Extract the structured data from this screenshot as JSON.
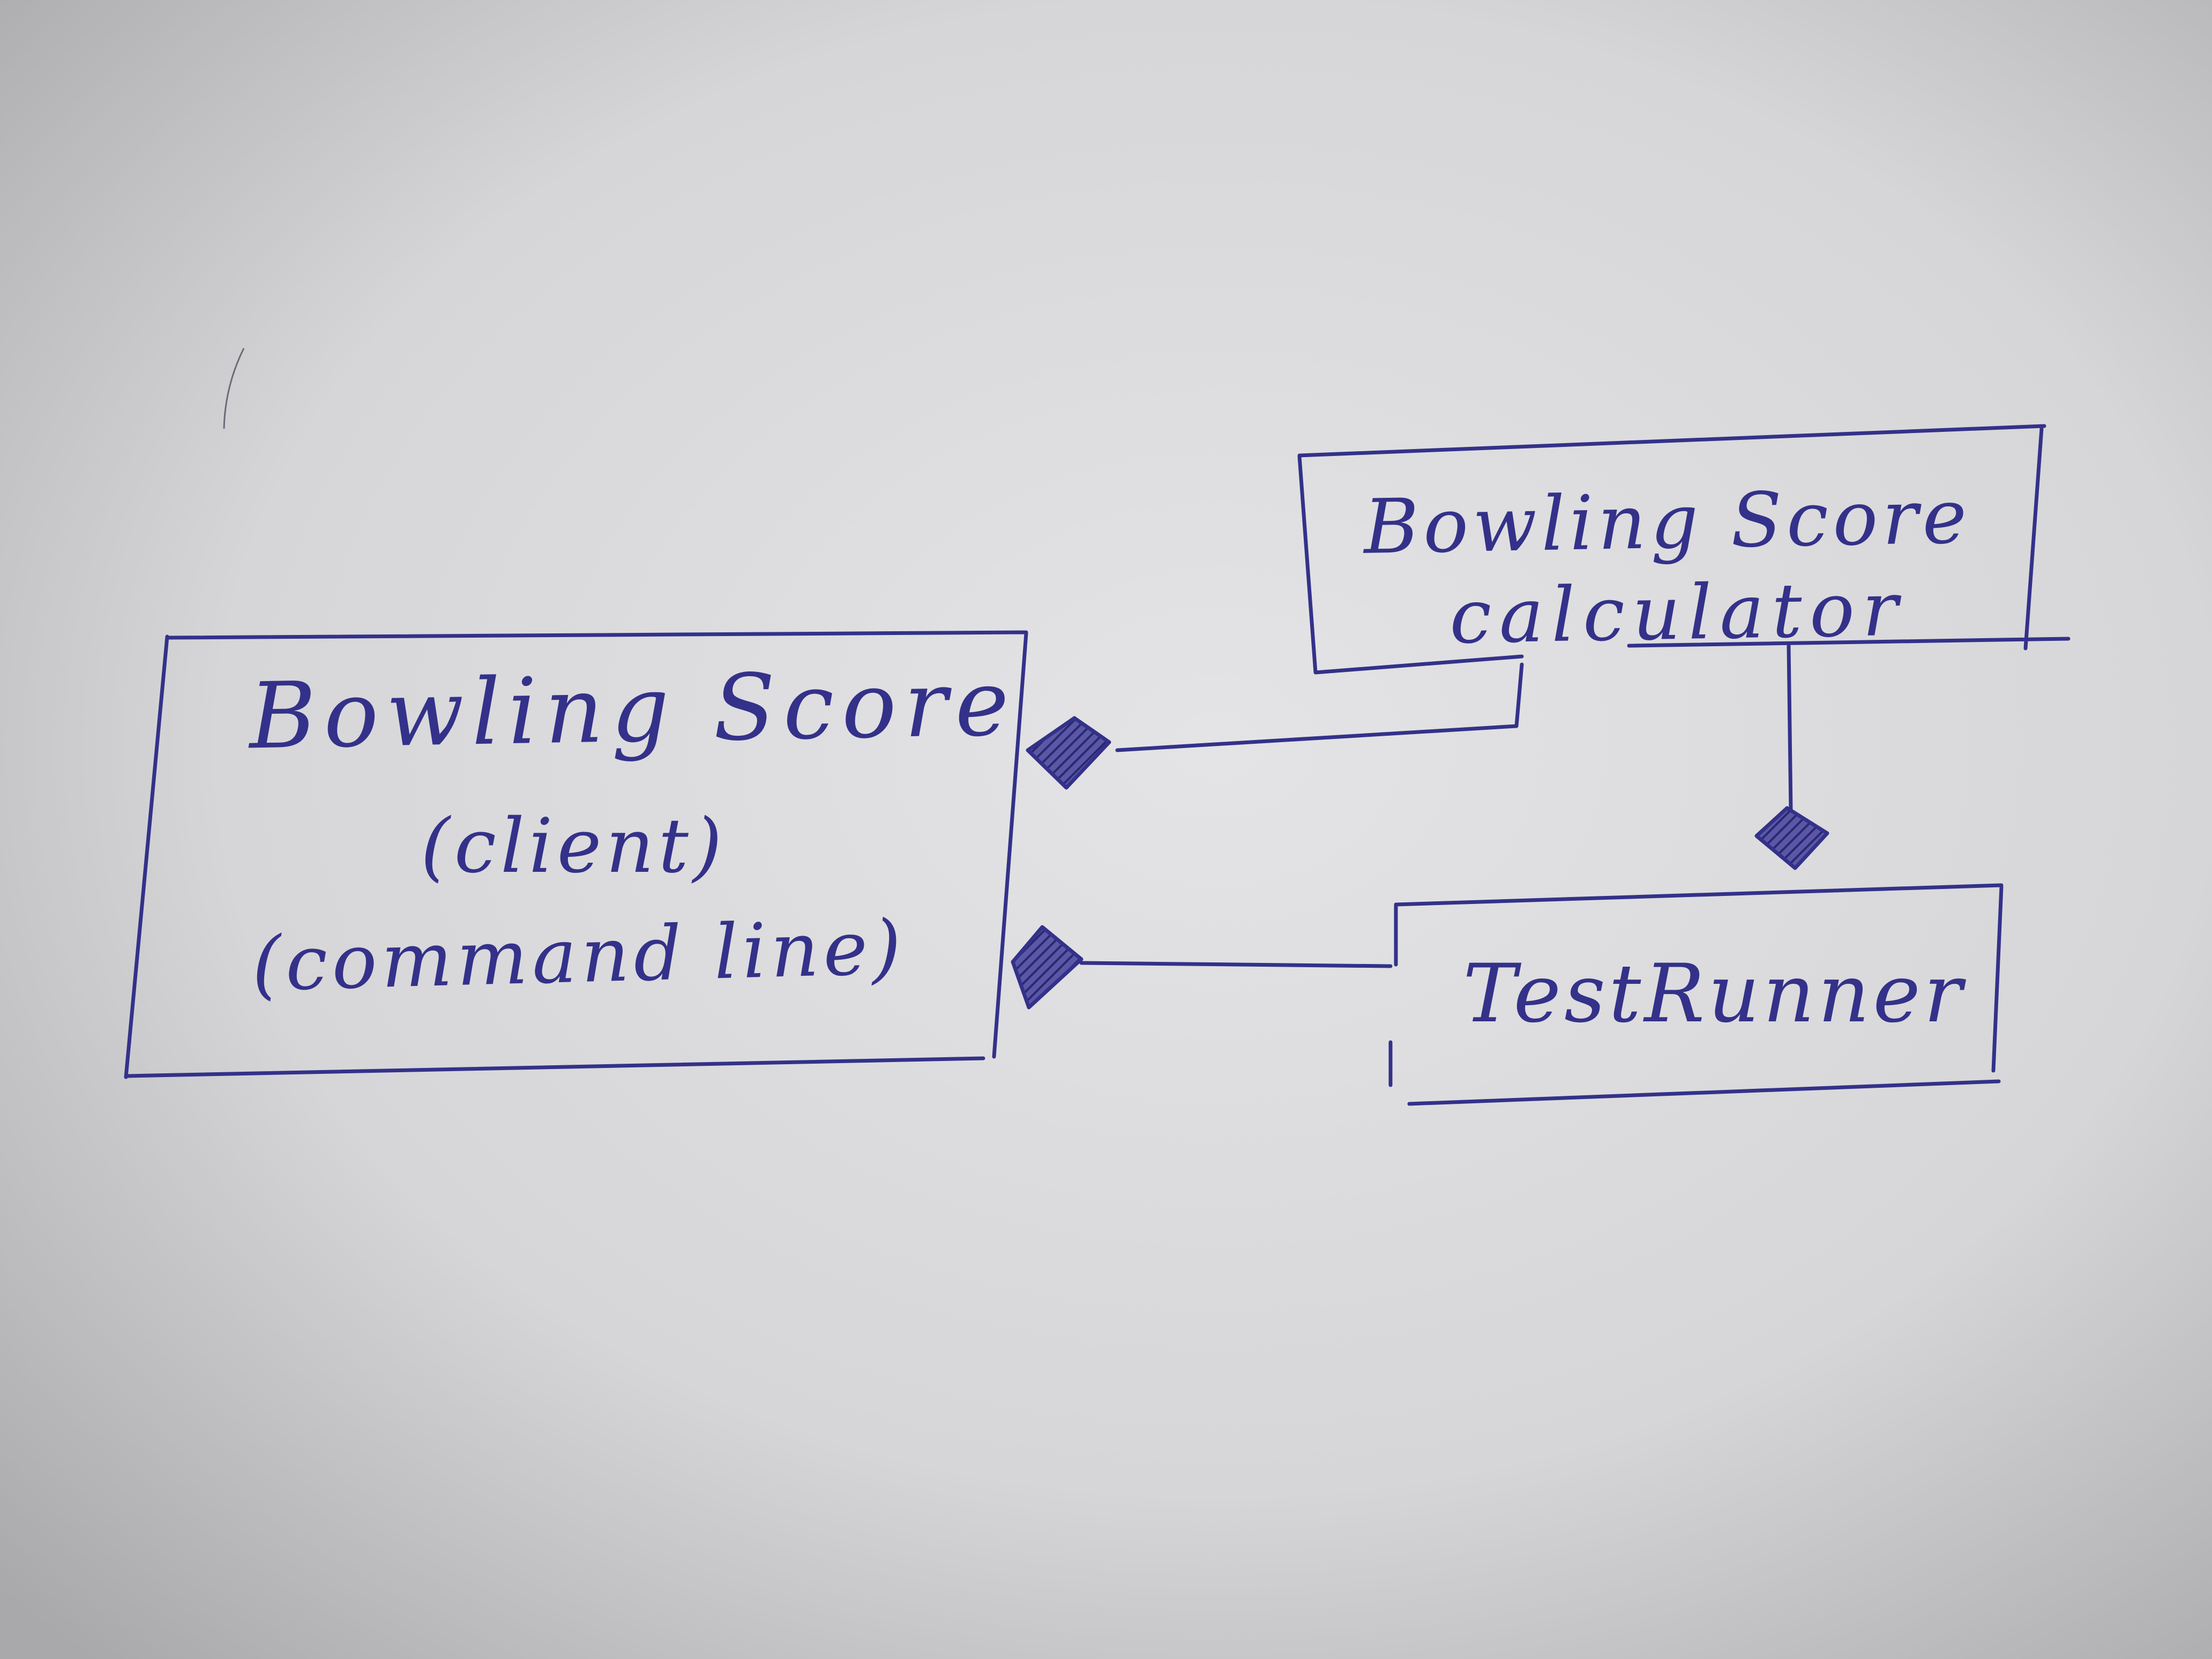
{
  "colors": {
    "paper": "#dcdcdc",
    "ink": "#34318a",
    "hatch": "#2a2870"
  },
  "boxes": {
    "client": {
      "line1": "Bowling Score",
      "line2": "(client)",
      "line3": "(command line)"
    },
    "calculator": {
      "line1": "Bowling Score",
      "line2": "calculator"
    },
    "test_runner": {
      "label": "TestRunner"
    }
  },
  "connections": [
    {
      "from": "client",
      "to": "calculator",
      "end_marker": "filled-diamond"
    },
    {
      "from": "client",
      "to": "test_runner",
      "end_marker": "filled-diamond"
    },
    {
      "from": "test_runner",
      "to": "calculator",
      "end_marker": "filled-diamond"
    }
  ]
}
